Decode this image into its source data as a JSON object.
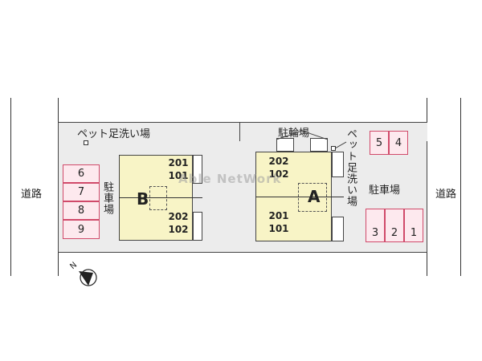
{
  "roads": {
    "left": "道路",
    "right": "道路"
  },
  "pet_wash": {
    "top_left": "ペット足洗い場",
    "right": "ペット足洗い場"
  },
  "bicycle_parking": "駐輪場",
  "parking_left": {
    "label": "駐車場",
    "spaces": [
      "6",
      "7",
      "8",
      "9"
    ]
  },
  "parking_right": {
    "label": "駐車場",
    "top_spaces": [
      "5",
      "4"
    ],
    "bottom_spaces": [
      "3",
      "2",
      "1"
    ]
  },
  "building_b": {
    "letter": "B",
    "units_top": [
      "201",
      "101"
    ],
    "units_bottom": [
      "202",
      "102"
    ]
  },
  "building_a": {
    "letter": "A",
    "units_top": [
      "202",
      "102"
    ],
    "units_bottom": [
      "201",
      "101"
    ]
  },
  "compass": "N",
  "watermark": "Able NetWork",
  "colors": {
    "building": "#f8f4c6",
    "parking_fill": "#fde9ee",
    "parking_border": "#d04a6a",
    "lot": "#ececec"
  }
}
